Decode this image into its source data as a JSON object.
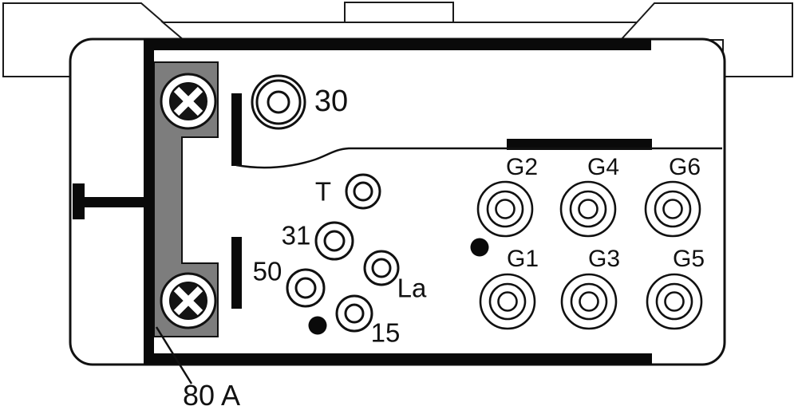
{
  "labels": {
    "terminal_30": "30",
    "terminal_t": "T",
    "terminal_31": "31",
    "terminal_50": "50",
    "terminal_la": "La",
    "terminal_15": "15",
    "glow_g1": "G1",
    "glow_g2": "G2",
    "glow_g3": "G3",
    "glow_g4": "G4",
    "glow_g5": "G5",
    "glow_g6": "G6",
    "fuse_rating": "80 A"
  },
  "colors": {
    "line": "#111111",
    "fuse_strip": "#7d7d7d",
    "background": "#ffffff"
  }
}
